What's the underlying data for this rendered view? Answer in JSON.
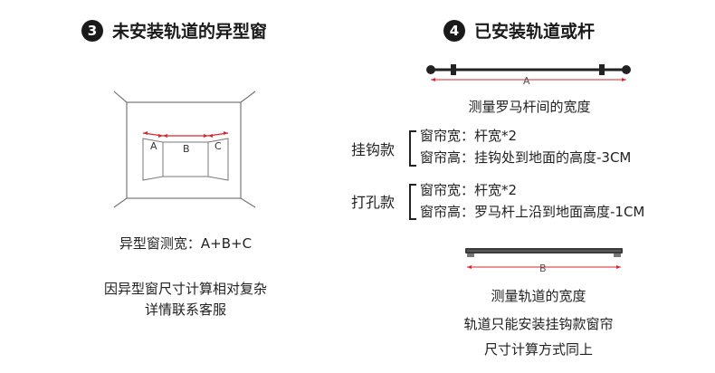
{
  "left": {
    "number": "3",
    "title": "未安装轨道的异型窗",
    "diagram_labels": {
      "a": "A",
      "b": "B",
      "c": "C"
    },
    "formula": "异型窗测宽：A+B+C",
    "note_line1": "因异型窗尺寸计算相对复杂",
    "note_line2": "详情联系客服"
  },
  "right": {
    "number": "4",
    "title": "已安装轨道或杆",
    "rod_label": "A",
    "rod_caption": "测量罗马杆间的宽度",
    "hook_type": {
      "label": "挂钩款",
      "line1": "窗帘宽：杆宽*2",
      "line2": "窗帘高：挂钩处到地面的高度-3CM"
    },
    "hole_type": {
      "label": "打孔款",
      "line1": "窗帘宽：杆宽*2",
      "line2": "窗帘高：罗马杆上沿到地面高度-1CM"
    },
    "track_label": "B",
    "track_caption": "测量轨道的宽度",
    "track_note_line1": "轨道只能安装挂钩款窗帘",
    "track_note_line2": "尺寸计算方式同上"
  },
  "colors": {
    "measure_red": "#d9262b",
    "dark": "#1a1a1a",
    "line_gray": "#777777"
  }
}
